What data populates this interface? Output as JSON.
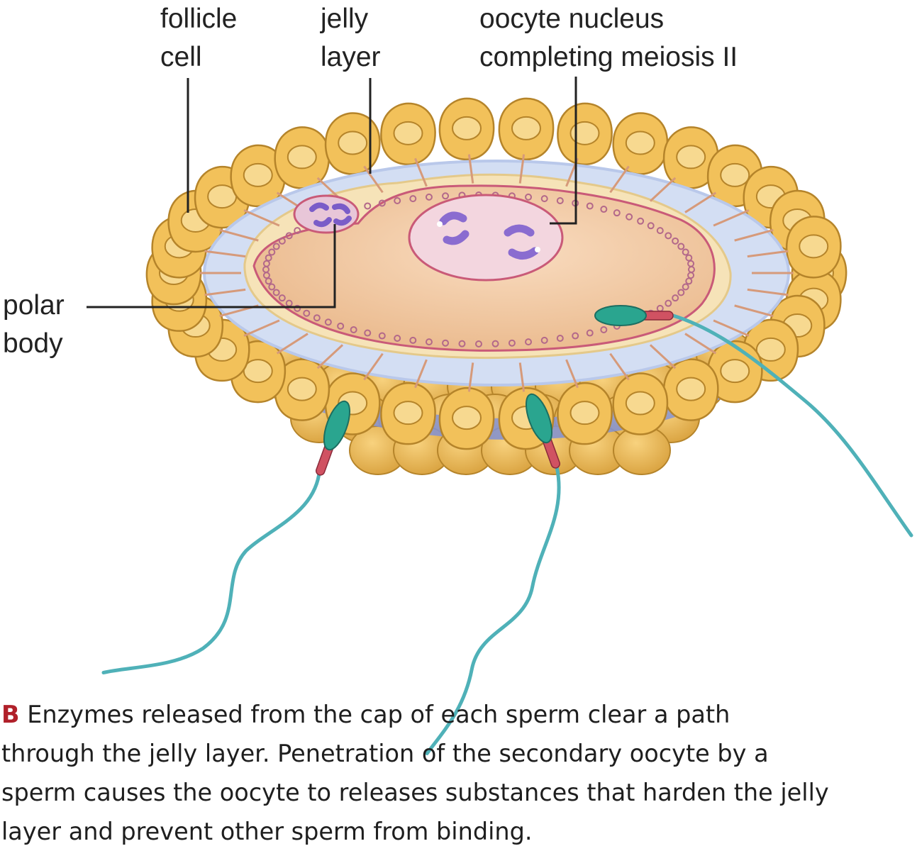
{
  "labels": {
    "follicle_cell": [
      "follicle",
      "cell"
    ],
    "jelly_layer": [
      "jelly",
      "layer"
    ],
    "oocyte_nucleus": [
      "oocyte nucleus",
      "completing meiosis II"
    ],
    "polar_body": [
      "polar",
      "body"
    ]
  },
  "caption": {
    "letter": "B",
    "lines": [
      "Enzymes released from the cap of each sperm clear a path",
      "through the jelly layer. Penetration of the secondary oocyte by a",
      "sperm causes the oocyte to releases substances that harden the jelly",
      "layer and prevent other sperm from binding."
    ]
  },
  "colors": {
    "follicle_fill": "#f2c15a",
    "follicle_stroke": "#b5842a",
    "follicle_nucleus": "#f7d990",
    "jelly_layer": "#d3def3",
    "oocyte_cytoplasm": "#f3c9a0",
    "membrane": "#c95a78",
    "chromosome": "#8a6cd0",
    "sperm_head": "#2aa58f",
    "sperm_tail": "#4fb1b8",
    "sperm_midpiece": "#d05262",
    "caption_letter": "#b0202a"
  }
}
